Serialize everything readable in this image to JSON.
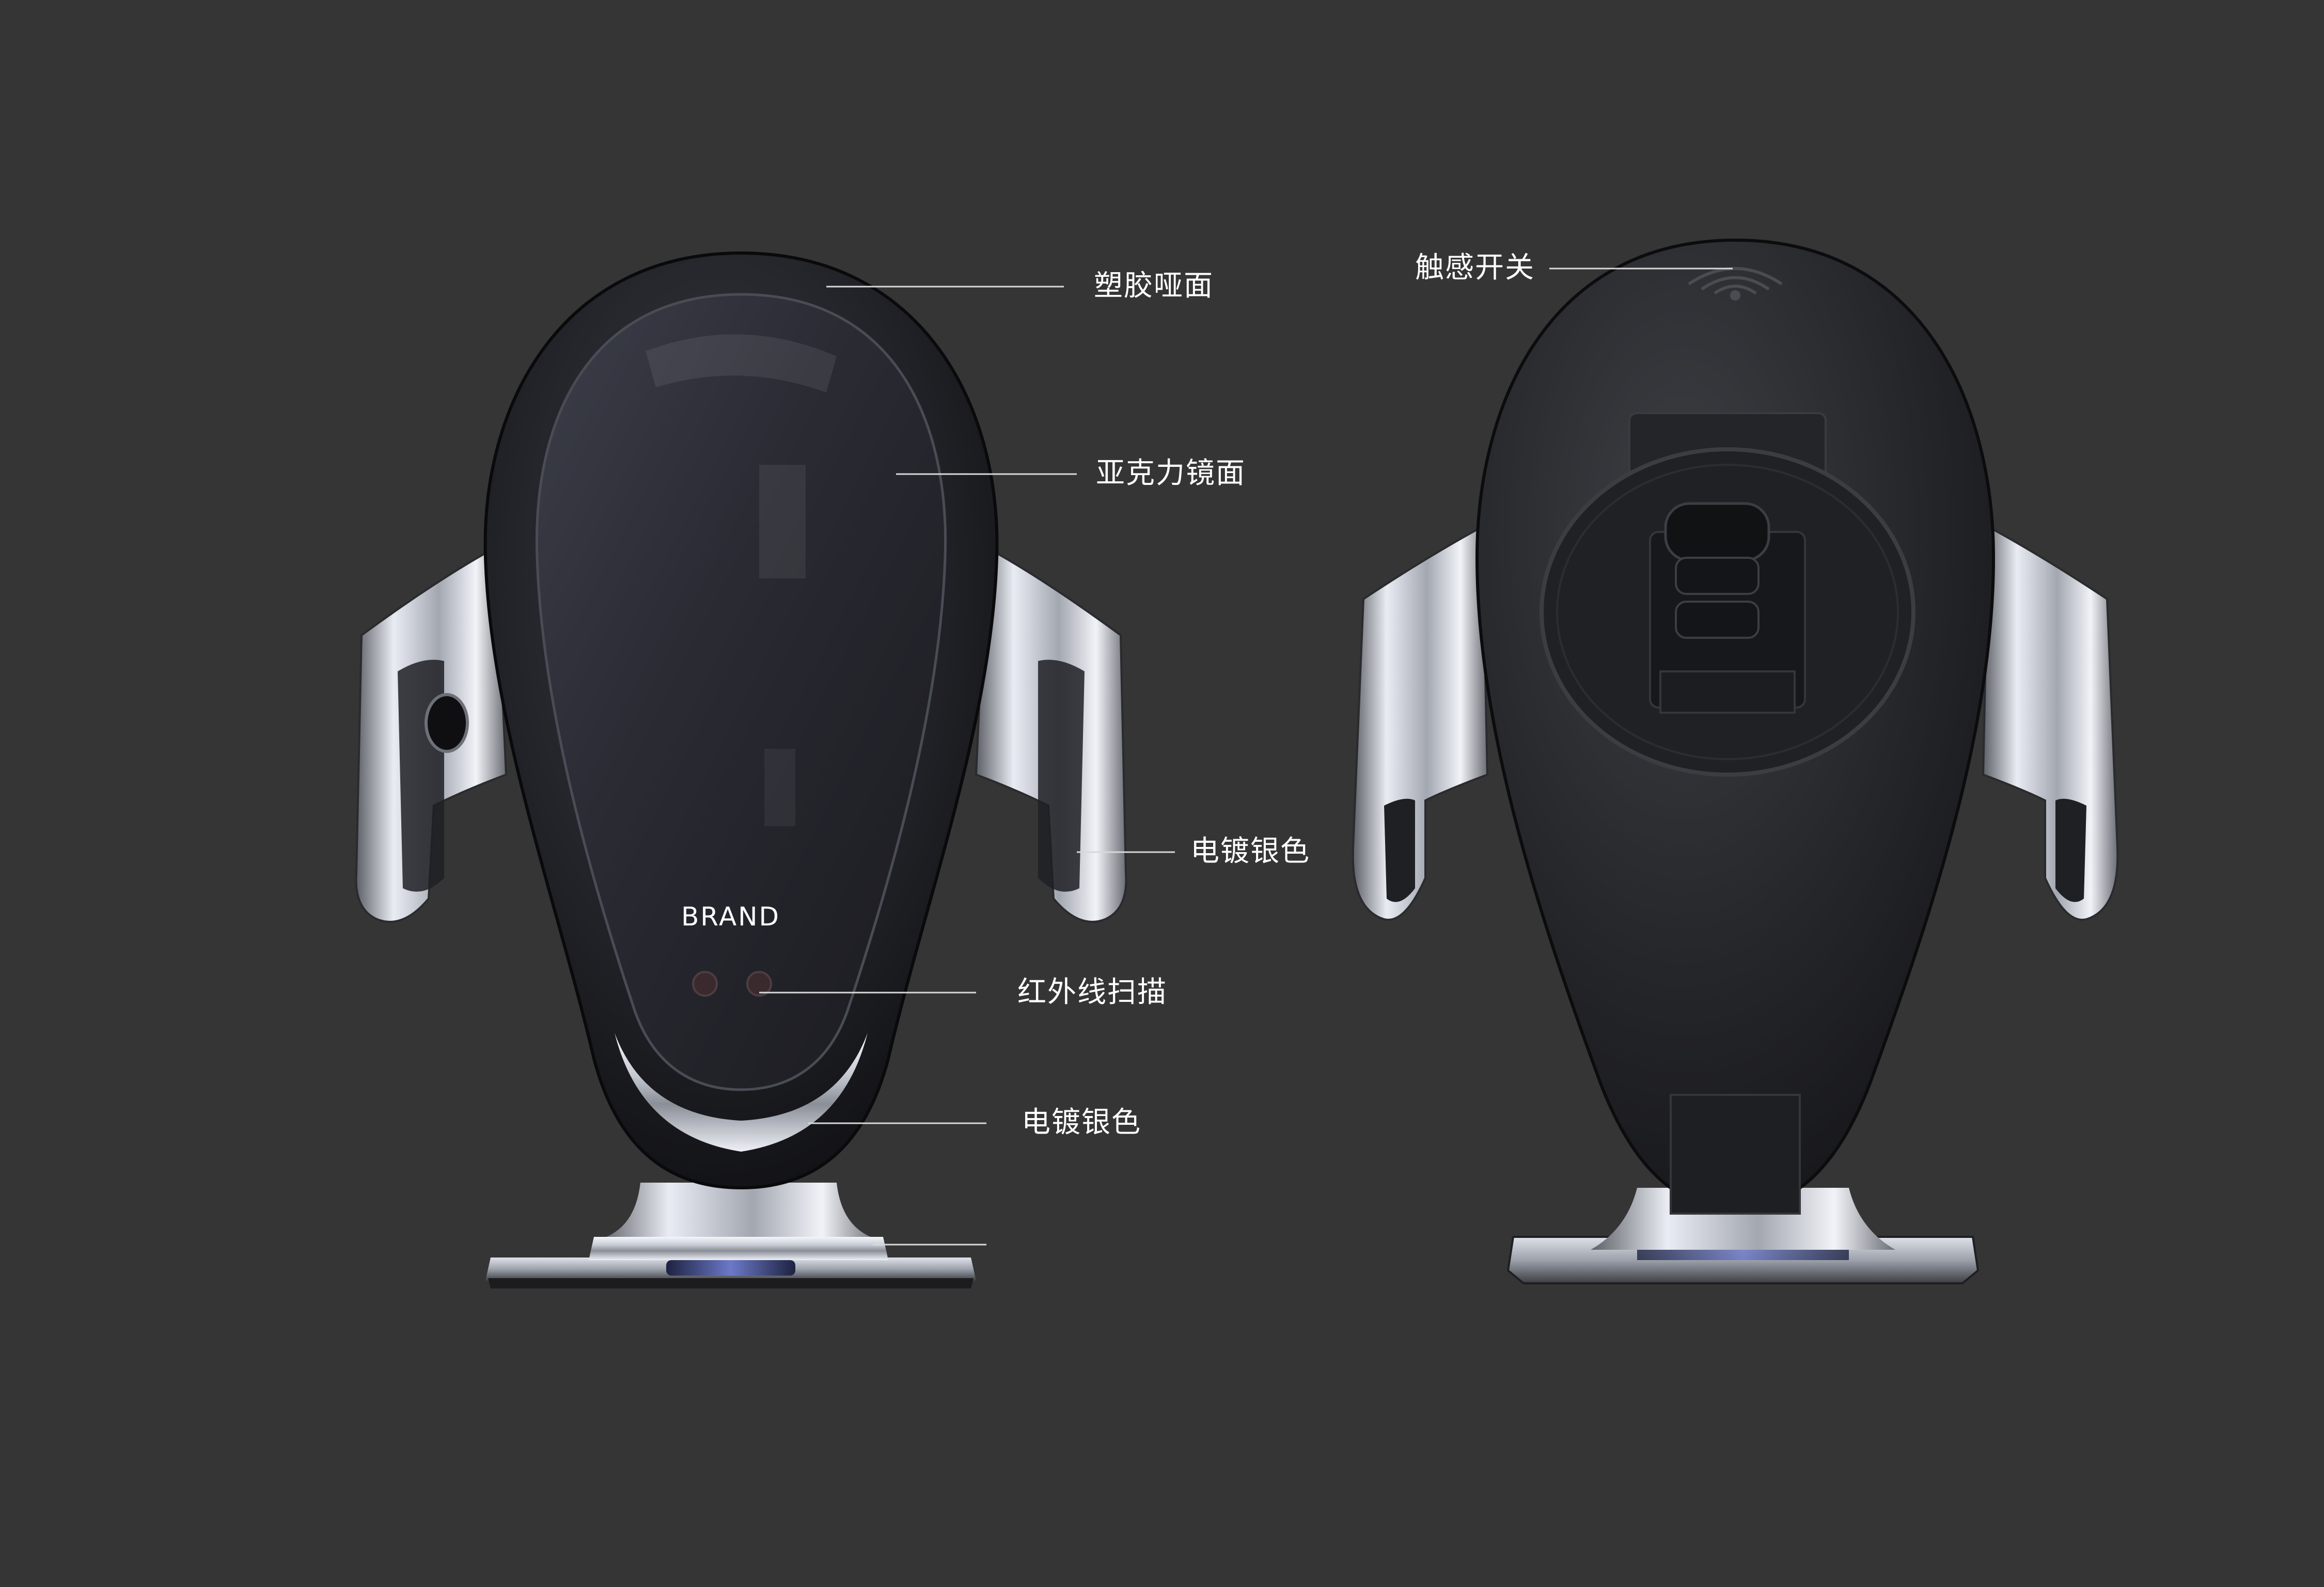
{
  "brand": "BRAND",
  "callouts": {
    "matte_plastic": "塑胶哑面",
    "acrylic_mirror": "亚克力镜面",
    "plating_silver_arm": "电镀银色",
    "infrared_scan": "红外线扫描",
    "plating_silver_base": "电镀银色",
    "touch_switch": "触感开关"
  },
  "colors": {
    "background": "#353535",
    "label_text": "#ffffff",
    "leader_line": "#d8d8d8",
    "body_black": "#1a1b1e",
    "chrome_light": "#e8ebf2",
    "chrome_dark": "#6d7078"
  }
}
